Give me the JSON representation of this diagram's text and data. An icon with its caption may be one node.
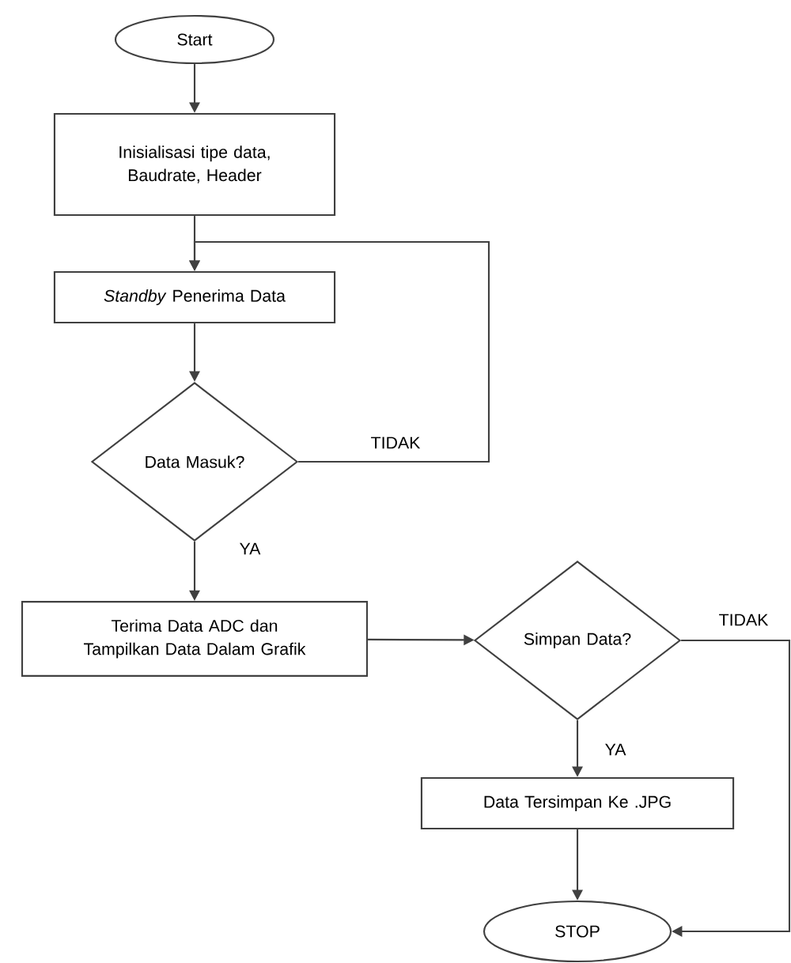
{
  "diagram": {
    "nodes": [
      {
        "text": [
          "Start"
        ]
      },
      {
        "text": [
          "Inisialisasi tipe data, Baudrate, Header"
        ]
      },
      {
        "text": [
          "*Standby* Penerima Data"
        ]
      },
      {
        "text": [
          "Data Masuk?"
        ]
      },
      {
        "text": [
          "Terima Data ADC dan Tampilkan Data Dalam Grafik"
        ]
      },
      {
        "text": [
          "Simpan Data?"
        ]
      },
      {
        "text": [
          "Data Tersimpan Ke .JPG"
        ]
      },
      {
        "text": [
          "STOP"
        ]
      }
    ],
    "edges": [
      {
        "from": 0,
        "to": 1,
        "arrow": "to"
      },
      {
        "from": 1,
        "to": 2,
        "arrow": "to"
      },
      {
        "from": 2,
        "to": 3,
        "arrow": "to"
      },
      {
        "from": 3,
        "to": 2,
        "arrow": "to",
        "label": "TIDAK"
      },
      {
        "from": 3,
        "to": 4,
        "arrow": "to",
        "label": "YA"
      },
      {
        "from": 4,
        "to": 5,
        "arrow": "to"
      },
      {
        "from": 5,
        "to": 6,
        "arrow": "to",
        "label": "YA"
      },
      {
        "from": 5,
        "to": 7,
        "arrow": "to",
        "label": "TIDAK"
      },
      {
        "from": 6,
        "to": 7,
        "arrow": "to"
      }
    ]
  }
}
